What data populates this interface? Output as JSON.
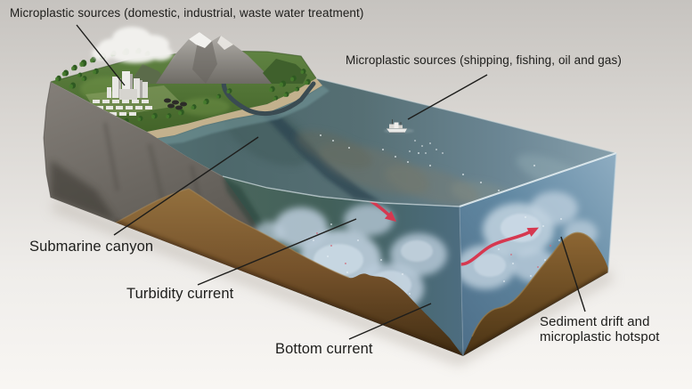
{
  "diagram": {
    "labels": {
      "source_land": "Microplastic sources (domestic, industrial, waste water treatment)",
      "source_marine": "Microplastic sources (shipping, fishing, oil and gas)",
      "submarine_canyon": "Submarine canyon",
      "turbidity_current": "Turbidity current",
      "bottom_current": "Bottom current",
      "sediment_drift": "Sediment drift and microplastic hotspot"
    },
    "colors": {
      "background_top": "#c6c3bf",
      "background_bottom": "#f8f6f3",
      "label_text": "#1d1d1b",
      "leader_line": "#1d1d1b",
      "current_arrow_red": "#d63850",
      "sediment_brown": "#74512a",
      "water_face_blue": "#6289a3",
      "water_surface_teal": "#4d686b",
      "turbidity_cloud": "#bfd0de",
      "land_green": "#4f7236",
      "rock_gray": "#635f59"
    },
    "icons": [
      "mountain",
      "cloud",
      "city-buildings",
      "river",
      "fishing-ship",
      "current-arrow",
      "turbidity-cloud",
      "sediment-mound"
    ]
  }
}
